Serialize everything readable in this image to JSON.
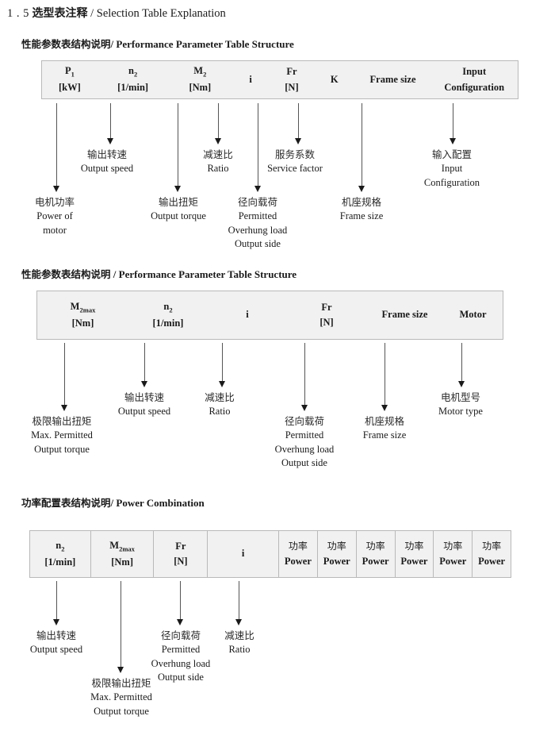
{
  "page": {
    "title_number": "1 . 5",
    "title_cn": "选型表注释",
    "title_sep": "/",
    "title_en": "Selection Table Explanation"
  },
  "sections": [
    {
      "heading_cn": "性能参数表结构说明",
      "heading_sep": "/",
      "heading_en": "Performance Parameter Table Structure",
      "columns": [
        {
          "symbol": "P",
          "sub": "1",
          "unit": "[kW]"
        },
        {
          "symbol": "n",
          "sub": "2",
          "unit": "[1/min]"
        },
        {
          "symbol": "M",
          "sub": "2",
          "unit": "[Nm]"
        },
        {
          "symbol": "i",
          "sub": "",
          "unit": ""
        },
        {
          "symbol": "Fr",
          "sub": "",
          "unit": "[N]"
        },
        {
          "symbol": "K",
          "sub": "",
          "unit": ""
        },
        {
          "symbol": "Frame size",
          "sub": "",
          "unit": ""
        },
        {
          "symbol": "Input",
          "sub": "",
          "unit": "Configuration"
        }
      ],
      "annotations": [
        {
          "cn": "电机功率",
          "en": [
            "Power of",
            "motor"
          ]
        },
        {
          "cn": "输出转速",
          "en": [
            "Output speed"
          ]
        },
        {
          "cn": "输出扭矩",
          "en": [
            "Output torque"
          ]
        },
        {
          "cn": "减速比",
          "en": [
            "Ratio"
          ]
        },
        {
          "cn": "径向载荷",
          "en": [
            "Permitted",
            "Overhung load",
            "Output side"
          ]
        },
        {
          "cn": "服务系数",
          "en": [
            "Service factor"
          ]
        },
        {
          "cn": "机座规格",
          "en": [
            "Frame size"
          ]
        },
        {
          "cn": "输入配置",
          "en": [
            "Input",
            "Configuration"
          ]
        }
      ]
    },
    {
      "heading_cn": "性能参数表结构说明",
      "heading_sep": "/",
      "heading_en": "Performance Parameter Table Structure",
      "columns": [
        {
          "symbol": "M",
          "sub": "2max",
          "unit": "[Nm]"
        },
        {
          "symbol": "n",
          "sub": "2",
          "unit": "[1/min]"
        },
        {
          "symbol": "i",
          "sub": "",
          "unit": ""
        },
        {
          "symbol": "Fr",
          "sub": "",
          "unit": "[N]"
        },
        {
          "symbol": "Frame size",
          "sub": "",
          "unit": ""
        },
        {
          "symbol": "Motor",
          "sub": "",
          "unit": ""
        }
      ],
      "annotations": [
        {
          "cn": "极限输出扭矩",
          "en": [
            "Max. Permitted",
            "Output  torque"
          ]
        },
        {
          "cn": "输出转速",
          "en": [
            "Output speed"
          ]
        },
        {
          "cn": "减速比",
          "en": [
            "Ratio"
          ]
        },
        {
          "cn": "径向载荷",
          "en": [
            "Permitted",
            "Overhung load",
            "Output side"
          ]
        },
        {
          "cn": "机座规格",
          "en": [
            "Frame size"
          ]
        },
        {
          "cn": "电机型号",
          "en": [
            "Motor type"
          ]
        }
      ]
    },
    {
      "heading_cn": "功率配置表结构说明",
      "heading_sep": "/",
      "heading_en": "Power Combination",
      "columns": [
        {
          "symbol": "n",
          "sub": "2",
          "unit": "[1/min]"
        },
        {
          "symbol": "M",
          "sub": "2max",
          "unit": "[Nm]"
        },
        {
          "symbol": "Fr",
          "sub": "",
          "unit": "[N]"
        },
        {
          "symbol": "i",
          "sub": "",
          "unit": ""
        },
        {
          "cn": "功率",
          "unit": "Power"
        },
        {
          "cn": "功率",
          "unit": "Power"
        },
        {
          "cn": "功率",
          "unit": "Power"
        },
        {
          "cn": "功率",
          "unit": "Power"
        },
        {
          "cn": "功率",
          "unit": "Power"
        },
        {
          "cn": "功率",
          "unit": "Power"
        }
      ],
      "annotations": [
        {
          "cn": "输出转速",
          "en": [
            "Output speed"
          ]
        },
        {
          "cn": "极限输出扭矩",
          "en": [
            "Max. Permitted",
            "Output  torque"
          ]
        },
        {
          "cn": "径向载荷",
          "en": [
            "Permitted",
            "Overhung load",
            "Output side"
          ]
        },
        {
          "cn": "减速比",
          "en": [
            "Ratio"
          ]
        }
      ]
    }
  ]
}
